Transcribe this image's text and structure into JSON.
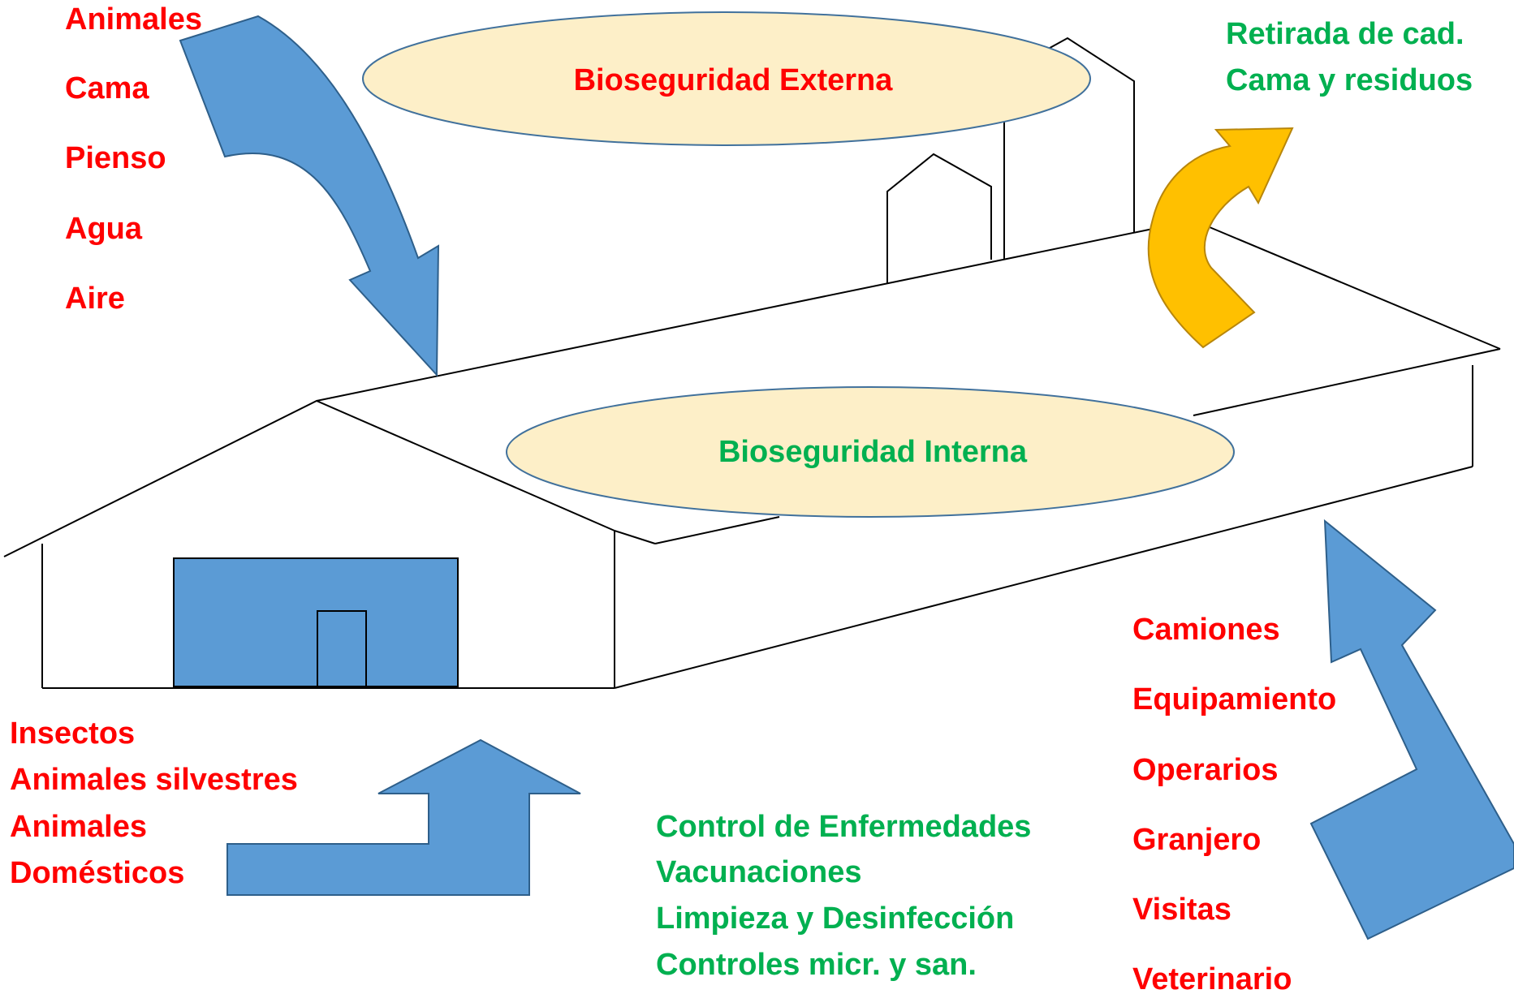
{
  "colors": {
    "threat_text": "#ff0000",
    "control_text": "#00b050",
    "arrow_blue": "#5b9bd5",
    "arrow_yellow": "#ffc000",
    "ellipse_fill": "#fdefc8",
    "ellipse_stroke": "#41719c",
    "line": "#000000"
  },
  "ellipses": {
    "external": "Bioseguridad Externa",
    "internal": "Bioseguridad Interna"
  },
  "inputs_top_left": [
    "Animales",
    "Cama",
    "Pienso",
    "Agua",
    "Aire"
  ],
  "outputs_top_right": [
    "Retirada de cad.",
    "Cama y residuos"
  ],
  "inputs_bottom_left": [
    "Insectos",
    "Animales silvestres",
    "Animales",
    "Domésticos"
  ],
  "inputs_bottom_right": [
    "Camiones",
    "Equipamiento",
    "Operarios",
    "Granjero",
    "Visitas",
    "Veterinario"
  ],
  "internal_measures": [
    "Control de Enfermedades",
    "Vacunaciones",
    "Limpieza y Desinfección",
    "Controles micr. y san."
  ],
  "icons": [
    "barn-outline",
    "silo-outline",
    "curved-arrow-in",
    "bent-arrow-in",
    "curved-arrow-out"
  ]
}
